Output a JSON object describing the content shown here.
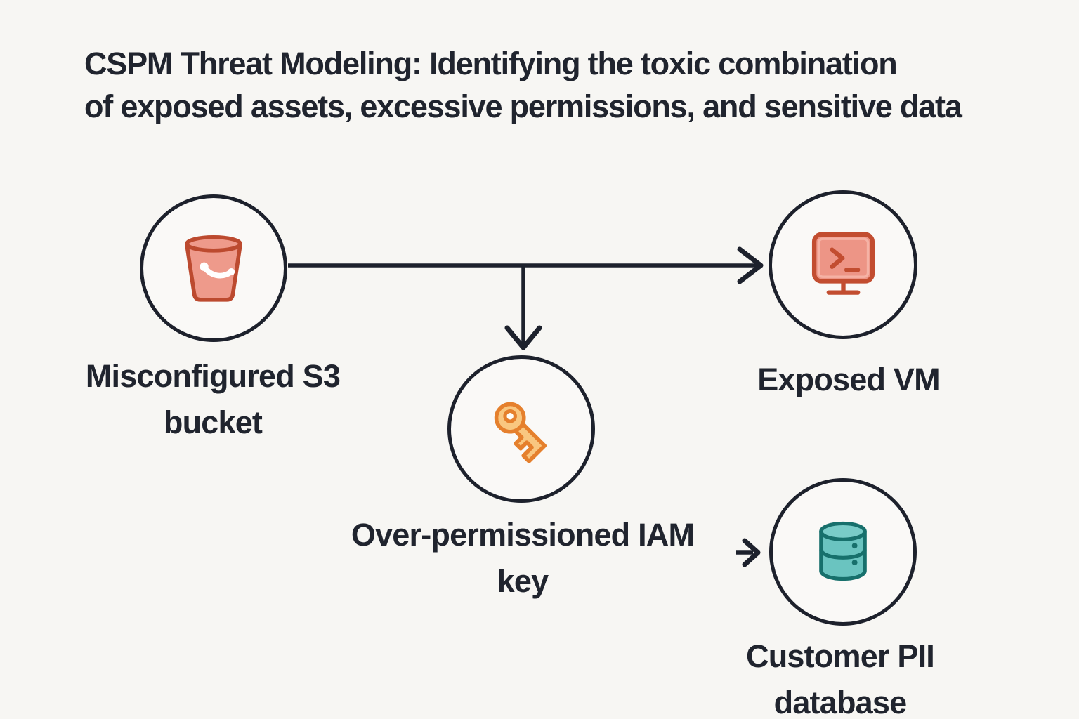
{
  "title": {
    "lines": [
      "CSPM Threat Modeling: Identifying the toxic combination",
      "of exposed assets, excessive permissions, and sensitive data"
    ]
  },
  "nodes": [
    {
      "id": "s3-bucket",
      "label": "Misconfigured S3 bucket",
      "icon": "bucket-icon"
    },
    {
      "id": "iam-key",
      "label": "Over-permissioned IAM key",
      "icon": "key-icon"
    },
    {
      "id": "exposed-vm",
      "label": "Exposed VM",
      "icon": "terminal-monitor-icon"
    },
    {
      "id": "pii-db",
      "label": "Customer PII database",
      "icon": "database-icon"
    }
  ],
  "edges": [
    {
      "from": "s3-bucket",
      "to": "exposed-vm",
      "style": "arrow"
    },
    {
      "from": "s3-bucket",
      "to": "iam-key",
      "style": "arrow-branch-down"
    },
    {
      "from": "",
      "to": "pii-db",
      "style": "short-arrow"
    }
  ],
  "colors": {
    "bg": "#F7F6F3",
    "circle_bg": "#FAF9F7",
    "line": "#1D212C",
    "text": "#20242E",
    "bucket_fill": "#EE9A8B",
    "bucket_stroke": "#BC4A2F",
    "monitor_fill": "#ED9586",
    "monitor_stroke": "#C24D30",
    "monitor_inner": "#F5B2A5",
    "key_fill": "#F9C780",
    "key_stroke": "#E5802D",
    "key_hole": "#FFFDFA",
    "db_fill": "#6AC4C0",
    "db_top_fill": "#79CCC8",
    "db_stroke": "#17706C"
  }
}
